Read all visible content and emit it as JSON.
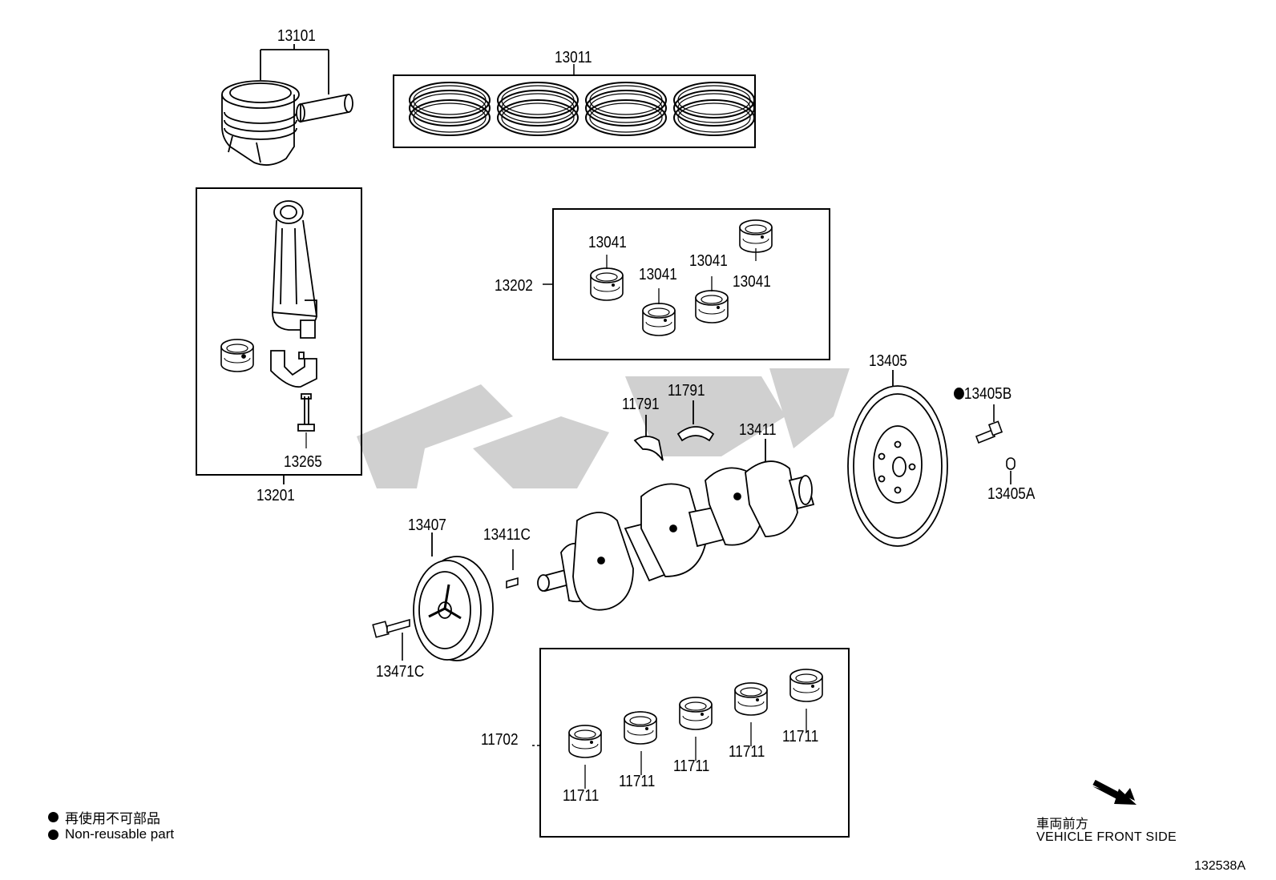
{
  "parts": {
    "p13101": "13101",
    "p13011": "13011",
    "p13201": "13201",
    "p13265": "13265",
    "p13202": "13202",
    "p13041_a": "13041",
    "p13041_b": "13041",
    "p13041_c": "13041",
    "p13041_d": "13041",
    "p13405": "13405",
    "p13405b": "13405B",
    "p13405a": "13405A",
    "p11791_a": "11791",
    "p11791_b": "11791",
    "p13411": "13411",
    "p13407": "13407",
    "p13411c": "13411C",
    "p13471c": "13471C",
    "p11702": "11702",
    "p11711_a": "11711",
    "p11711_b": "11711",
    "p11711_c": "11711",
    "p11711_d": "11711",
    "p11711_e": "11711"
  },
  "legend": {
    "jp": "再使用不可部品",
    "en": "Non-reusable part"
  },
  "front": {
    "jp": "車両前方",
    "en": "VEHICLE FRONT SIDE"
  },
  "diagram_code": "132538A"
}
